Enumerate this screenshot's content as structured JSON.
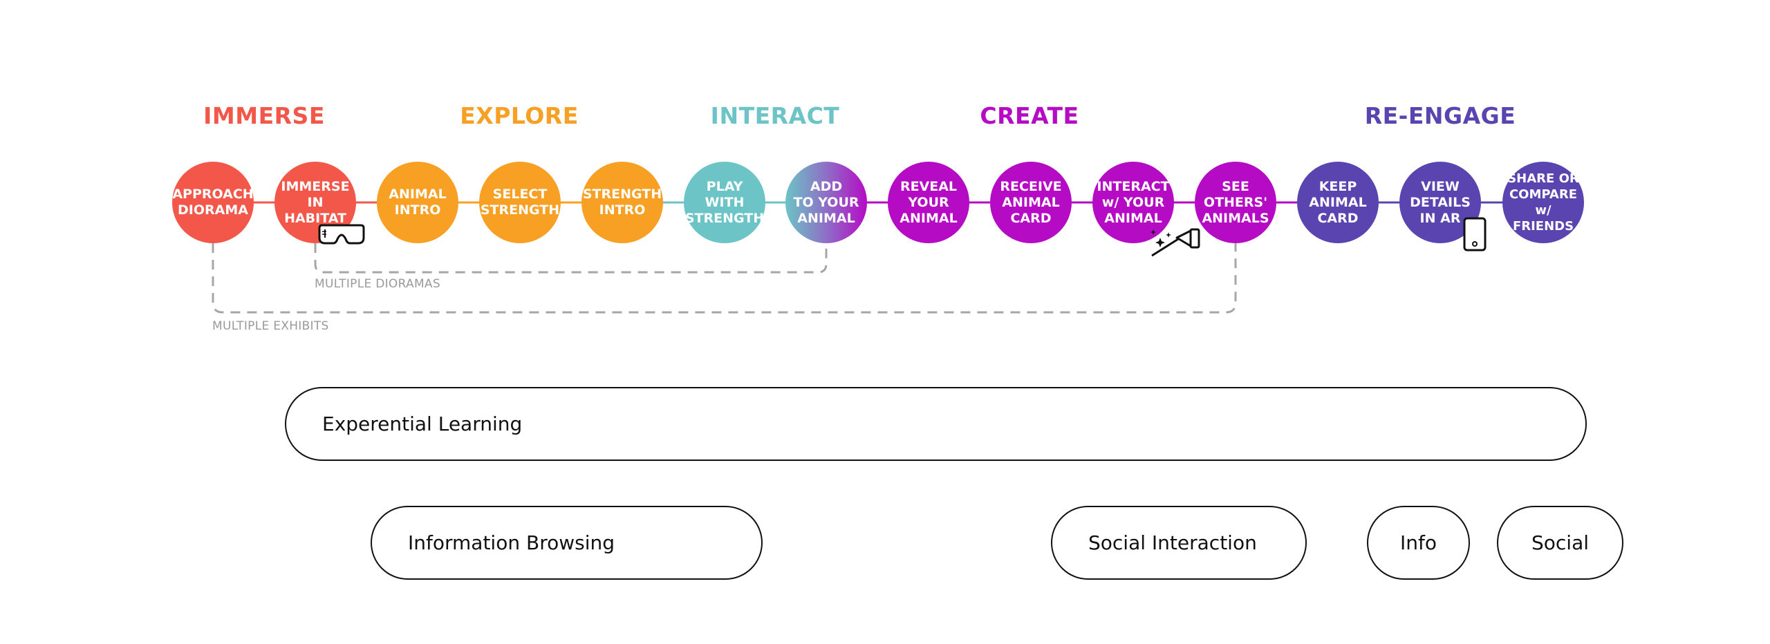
{
  "phases": [
    {
      "label": "IMMERSE",
      "color": "#F2574A"
    },
    {
      "label": "EXPLORE",
      "color": "#F7A024"
    },
    {
      "label": "INTERACT",
      "color": "#6CC4C6"
    },
    {
      "label": "CREATE",
      "color": "#B50BC4"
    },
    {
      "label": "RE-ENGAGE",
      "color": "#5A45B0"
    }
  ],
  "steps": [
    {
      "label": "APPROACH\nDIORAMA",
      "color": "#F2574A"
    },
    {
      "label": "IMMERSE\nIN HABITAT",
      "color": "#F2574A"
    },
    {
      "label": "ANIMAL\nINTRO",
      "color": "#F7A024"
    },
    {
      "label": "SELECT\nSTRENGTH",
      "color": "#F7A024"
    },
    {
      "label": "STRENGTH\nINTRO",
      "color": "#F7A024"
    },
    {
      "label": "PLAY WITH\nSTRENGTH",
      "color": "#6CC4C6"
    },
    {
      "label": "ADD\nTO YOUR\nANIMAL",
      "color": "gradient"
    },
    {
      "label": "REVEAL\nYOUR\nANIMAL",
      "color": "#B50BC4"
    },
    {
      "label": "RECEIVE\nANIMAL\nCARD",
      "color": "#B50BC4"
    },
    {
      "label": "INTERACT\nw/ YOUR\nANIMAL",
      "color": "#B50BC4"
    },
    {
      "label": "SEE\nOTHERS'\nANIMALS",
      "color": "#B50BC4"
    },
    {
      "label": "KEEP\nANIMAL\nCARD",
      "color": "#5A45B0"
    },
    {
      "label": "VIEW\nDETAILS\nIN AR",
      "color": "#5A45B0"
    },
    {
      "label": "SHARE OR\nCOMPARE\nw/ FRIENDS",
      "color": "#5A45B0"
    }
  ],
  "loops": {
    "multiple_dioramas": "MULTIPLE DIORAMAS",
    "multiple_exhibits": "MULTIPLE EXHIBITS"
  },
  "icons": [
    "vr-headset-icon",
    "ar-wand-icon",
    "smartphone-icon"
  ],
  "categories": {
    "experiential_learning": "Experential Learning",
    "information_browsing": "Information Browsing",
    "social_interaction": "Social Interaction",
    "info": "Info",
    "social": "Social"
  }
}
